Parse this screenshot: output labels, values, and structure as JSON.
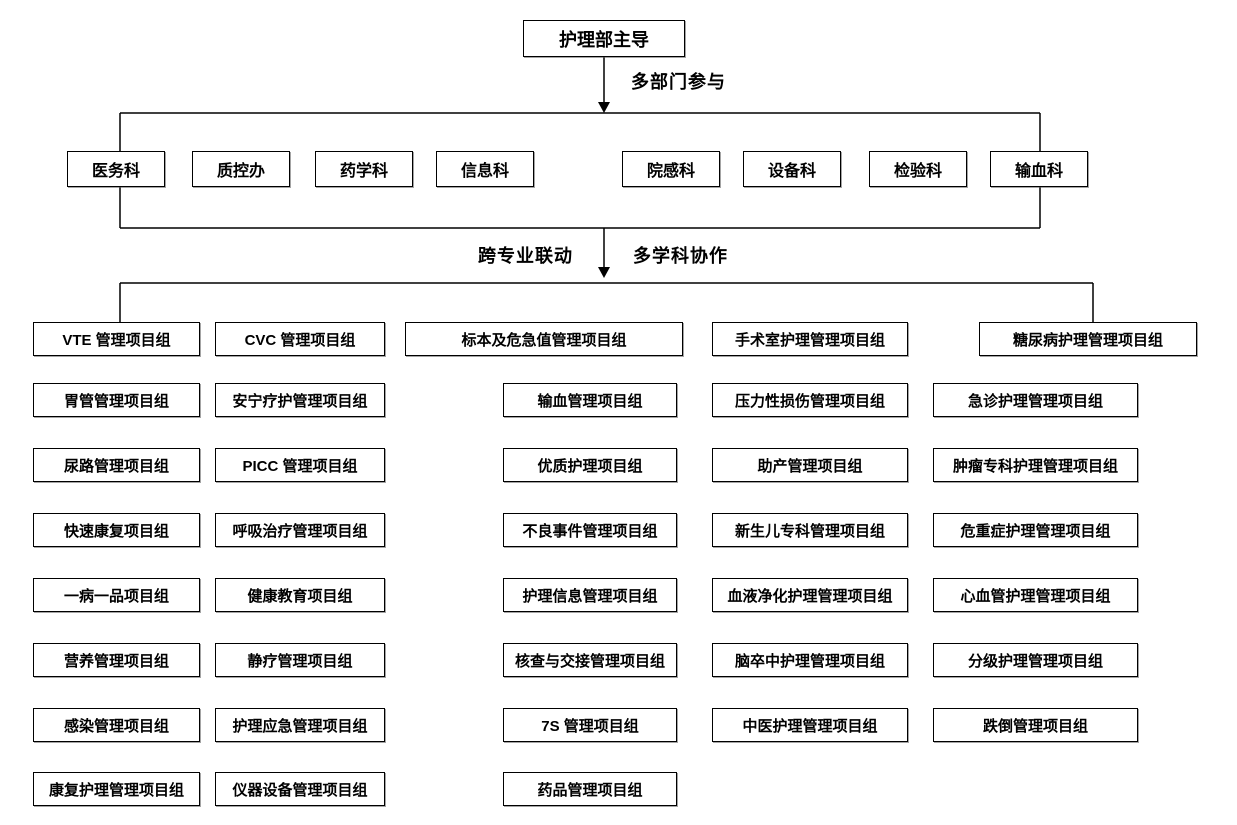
{
  "root": {
    "label": "护理部主导"
  },
  "flow_labels": {
    "participation": "多部门参与",
    "cross_specialty": "跨专业联动",
    "multi_discipline": "多学科协作"
  },
  "departments": [
    "医务科",
    "质控办",
    "药学科",
    "信息科",
    "院感科",
    "设备科",
    "检验科",
    "输血科"
  ],
  "project_groups": {
    "rows": [
      [
        "VTE 管理项目组",
        "CVC 管理项目组",
        "标本及危急值管理项目组",
        "手术室护理管理项目组",
        "糖尿病护理管理项目组"
      ],
      [
        "胃管管理项目组",
        "安宁疗护管理项目组",
        "输血管理项目组",
        "压力性损伤管理项目组",
        "急诊护理管理项目组"
      ],
      [
        "尿路管理项目组",
        "PICC 管理项目组",
        "优质护理项目组",
        "助产管理项目组",
        "肿瘤专科护理管理项目组"
      ],
      [
        "快速康复项目组",
        "呼吸治疗管理项目组",
        "不良事件管理项目组",
        "新生儿专科管理项目组",
        "危重症护理管理项目组"
      ],
      [
        "一病一品项目组",
        "健康教育项目组",
        "护理信息管理项目组",
        "血液净化护理管理项目组",
        "心血管护理管理项目组"
      ],
      [
        "营养管理项目组",
        "静疗管理项目组",
        "核查与交接管理项目组",
        "脑卒中护理管理项目组",
        "分级护理管理项目组"
      ],
      [
        "感染管理项目组",
        "护理应急管理项目组",
        "7S 管理项目组",
        "中医护理管理项目组",
        "跌倒管理项目组"
      ],
      [
        "康复护理管理项目组",
        "仪器设备管理项目组",
        "药品管理项目组"
      ]
    ]
  },
  "colors": {
    "background": "#ffffff",
    "box_fill": "#ffffff",
    "box_border": "#000000",
    "connector": "#000000",
    "text": "#000000"
  }
}
